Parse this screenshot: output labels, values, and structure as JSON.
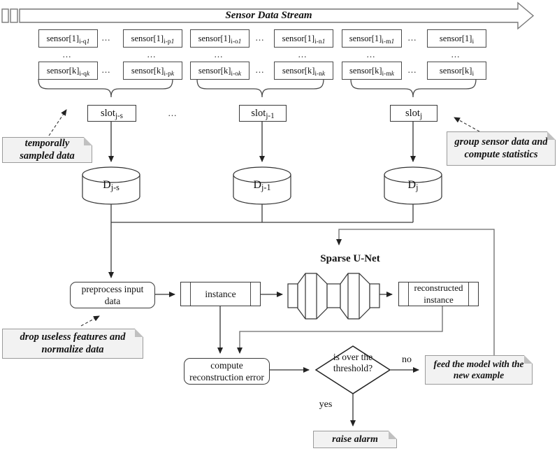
{
  "stream": {
    "title": "Sensor Data Stream"
  },
  "misc": {
    "ellipsis": "..."
  },
  "sensors": {
    "rows": [
      {
        "cells": [
          {
            "main": "sensor[1]",
            "sub": "i-q",
            "tail": "1"
          },
          {
            "main": "sensor[1]",
            "sub": "i-p",
            "tail": "1"
          },
          {
            "main": "sensor[1]",
            "sub": "i-o",
            "tail": "1"
          },
          {
            "main": "sensor[1]",
            "sub": "i-n",
            "tail": "1"
          },
          {
            "main": "sensor[1]",
            "sub": "i-m",
            "tail": "1"
          },
          {
            "main": "sensor[1]",
            "sub": "i",
            "tail": ""
          }
        ]
      },
      {
        "cells": [
          {
            "main": "sensor[k]",
            "sub": "i-q",
            "tail": "k"
          },
          {
            "main": "sensor[k]",
            "sub": "i-p",
            "tail": "k"
          },
          {
            "main": "sensor[k]",
            "sub": "i-o",
            "tail": "k"
          },
          {
            "main": "sensor[k]",
            "sub": "i-n",
            "tail": "k"
          },
          {
            "main": "sensor[k]",
            "sub": "i-m",
            "tail": "k"
          },
          {
            "main": "sensor[k]",
            "sub": "i",
            "tail": ""
          }
        ]
      }
    ]
  },
  "slots": [
    {
      "main": "slot",
      "sub": "j-s"
    },
    {
      "main": "slot",
      "sub": "j-1"
    },
    {
      "main": "slot",
      "sub": "j"
    }
  ],
  "databases": [
    {
      "main": "D",
      "sub": "j-s"
    },
    {
      "main": "D",
      "sub": "j-1"
    },
    {
      "main": "D",
      "sub": "j"
    }
  ],
  "notes": {
    "temporal": "temporally sampled data",
    "group": "group sensor data and compute statistics",
    "drop": "drop useless features and normalize data",
    "feed": "feed the model with the new example",
    "alarm": "raise alarm"
  },
  "flow": {
    "preprocess": "preprocess input data",
    "instance": "instance",
    "unet": "Sparse U-Net",
    "reconstructed": "reconstructed instance",
    "compute": "compute reconstruction error",
    "decision": "is over the threshold?",
    "yes": "yes",
    "no": "no"
  },
  "colors": {
    "background": "#ffffff",
    "stroke": "#555555",
    "box_border": "#3a3a3a",
    "note_fill": "#f2f2f2",
    "note_border": "#9a9a9a",
    "arrowhead": "#222222"
  }
}
